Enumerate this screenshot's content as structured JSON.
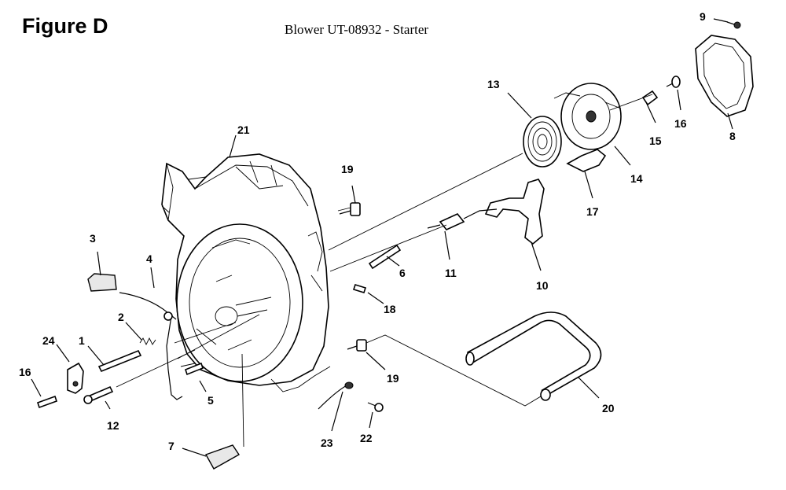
{
  "figure": {
    "label": "Figure D",
    "title": "Blower UT-08932 - Starter"
  },
  "callouts": [
    {
      "id": "1",
      "text": "1"
    },
    {
      "id": "2",
      "text": "2"
    },
    {
      "id": "3",
      "text": "3"
    },
    {
      "id": "4",
      "text": "4"
    },
    {
      "id": "5",
      "text": "5"
    },
    {
      "id": "6",
      "text": "6"
    },
    {
      "id": "7",
      "text": "7"
    },
    {
      "id": "8",
      "text": "8"
    },
    {
      "id": "9",
      "text": "9"
    },
    {
      "id": "10",
      "text": "10"
    },
    {
      "id": "11",
      "text": "11"
    },
    {
      "id": "12",
      "text": "12"
    },
    {
      "id": "13",
      "text": "13"
    },
    {
      "id": "14",
      "text": "14"
    },
    {
      "id": "15",
      "text": "15"
    },
    {
      "id": "16a",
      "text": "16"
    },
    {
      "id": "16b",
      "text": "16"
    },
    {
      "id": "17",
      "text": "17"
    },
    {
      "id": "18",
      "text": "18"
    },
    {
      "id": "19a",
      "text": "19"
    },
    {
      "id": "19b",
      "text": "19"
    },
    {
      "id": "20",
      "text": "20"
    },
    {
      "id": "21",
      "text": "21"
    },
    {
      "id": "22",
      "text": "22"
    },
    {
      "id": "23",
      "text": "23"
    },
    {
      "id": "24",
      "text": "24"
    }
  ]
}
